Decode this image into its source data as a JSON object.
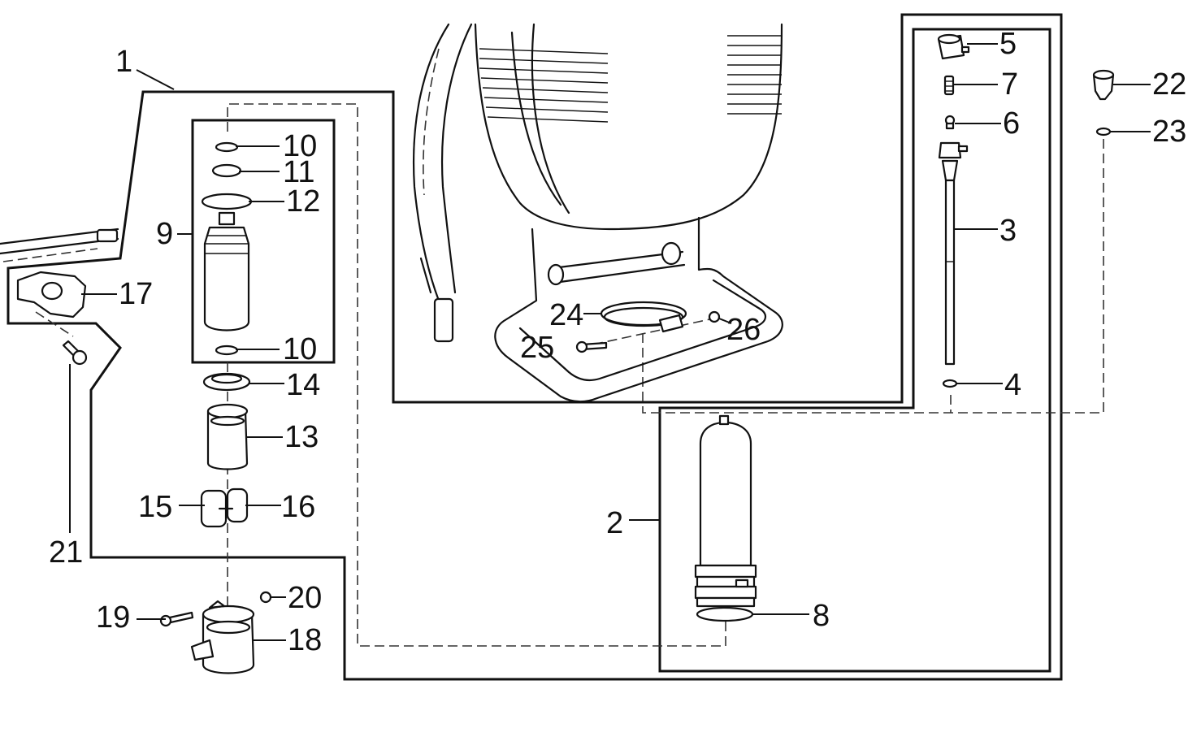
{
  "callouts": {
    "c1": "1",
    "c2": "2",
    "c3": "3",
    "c4": "4",
    "c5": "5",
    "c6": "6",
    "c7": "7",
    "c8": "8",
    "c9": "9",
    "c10a": "10",
    "c10b": "10",
    "c11": "11",
    "c12": "12",
    "c13": "13",
    "c14": "14",
    "c15": "15",
    "c16": "16",
    "c17": "17",
    "c18": "18",
    "c19": "19",
    "c20": "20",
    "c21": "21",
    "c22": "22",
    "c23": "23",
    "c24": "24",
    "c25": "25",
    "c26": "26"
  }
}
